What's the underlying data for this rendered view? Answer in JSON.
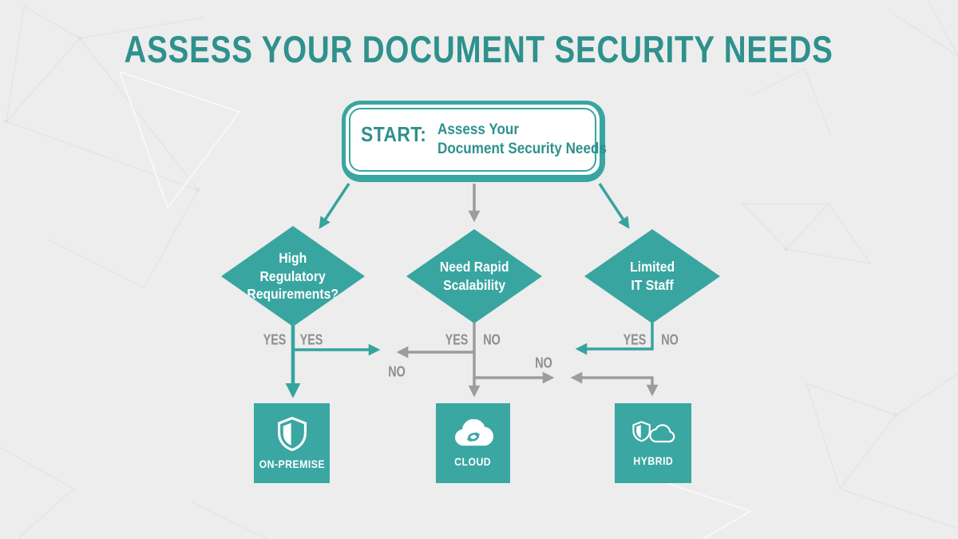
{
  "title": "ASSESS YOUR DOCUMENT SECURITY NEEDS",
  "start_node": {
    "prefix": "START:",
    "line1": "Assess Your",
    "line2": "Document Security Needs"
  },
  "decisions": [
    {
      "lines": [
        "High",
        "Regulatory",
        "Requirements?"
      ],
      "left_label": "YES",
      "right_label": "YES"
    },
    {
      "lines": [
        "Need Rapid",
        "Scalability"
      ],
      "left_label": "YES",
      "right_label": "NO"
    },
    {
      "lines": [
        "Limited",
        "IT Staff"
      ],
      "left_label": "YES",
      "right_label": "NO"
    }
  ],
  "extra_labels": {
    "no_left": "NO",
    "no_right": "NO"
  },
  "outcomes": [
    {
      "label": "ON-PREMISE",
      "icon": "shield-half-icon"
    },
    {
      "label": "CLOUD",
      "icon": "cloud-sync-icon"
    },
    {
      "label": "HYBRID",
      "icon": "shield-cloud-icon"
    }
  ],
  "colors": {
    "accent_teal": "#38a5a0",
    "title_teal": "#2e918d",
    "arrow_gray": "#9b9d9c",
    "label_gray": "#8d908f",
    "background": "#ecedec",
    "node_text": "#ffffff"
  }
}
